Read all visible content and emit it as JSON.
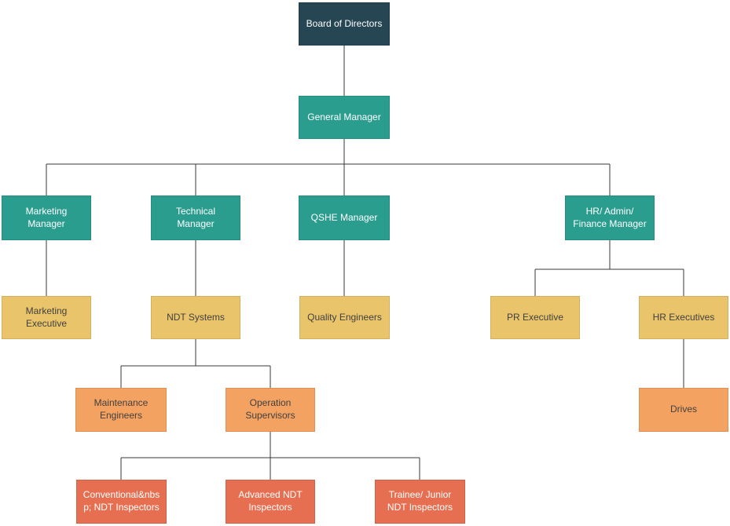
{
  "palette": {
    "dark_navy": "#264653",
    "teal": "#2a9d8f",
    "yellow": "#e9c46a",
    "orange": "#f4a261",
    "salmon": "#e76f51",
    "line": "#3a3a3a",
    "text_light": "#ffffff",
    "text_dark": "#404040",
    "background": "#ffffff"
  },
  "org_chart": {
    "type": "organization-chart",
    "nodes": {
      "board_of_directors": {
        "label": "Board of Directors",
        "color_role": "dark_navy",
        "reports_to": null
      },
      "general_manager": {
        "label": "General Manager",
        "color_role": "teal",
        "reports_to": "board_of_directors"
      },
      "marketing_manager": {
        "label": "Marketing\nManager",
        "color_role": "teal",
        "reports_to": "general_manager"
      },
      "technical_manager": {
        "label": "Technical\nManager",
        "color_role": "teal",
        "reports_to": "general_manager"
      },
      "qshe_manager": {
        "label": "QSHE Manager",
        "color_role": "teal",
        "reports_to": "general_manager"
      },
      "hr_admin_finance_manager": {
        "label": "HR/ Admin/\nFinance Manager",
        "color_role": "teal",
        "reports_to": "general_manager"
      },
      "marketing_executive": {
        "label": "Marketing\nExecutive",
        "color_role": "yellow",
        "reports_to": "marketing_manager"
      },
      "ndt_systems": {
        "label": "NDT Systems",
        "color_role": "yellow",
        "reports_to": "technical_manager"
      },
      "quality_engineers": {
        "label": "Quality Engineers",
        "color_role": "yellow",
        "reports_to": "qshe_manager"
      },
      "pr_executive": {
        "label": "PR Executive",
        "color_role": "yellow",
        "reports_to": "hr_admin_finance_manager"
      },
      "hr_executives": {
        "label": "HR Executives",
        "color_role": "yellow",
        "reports_to": "hr_admin_finance_manager"
      },
      "maintenance_engineers": {
        "label": "Maintenance\nEngineers",
        "color_role": "orange",
        "reports_to": "ndt_systems"
      },
      "operation_supervisors": {
        "label": "Operation\nSupervisors",
        "color_role": "orange",
        "reports_to": "ndt_systems"
      },
      "drives": {
        "label": "Drives",
        "color_role": "orange",
        "reports_to": "hr_executives"
      },
      "conventional_ndt_inspectors": {
        "label": "Conventional&nbs\np; NDT Inspectors",
        "color_role": "salmon",
        "reports_to": "operation_supervisors"
      },
      "advanced_ndt_inspectors": {
        "label": "Advanced NDT\nInspectors",
        "color_role": "salmon",
        "reports_to": "operation_supervisors"
      },
      "trainee_junior_ndt_inspectors": {
        "label": "Trainee/ Junior\nNDT Inspectors",
        "color_role": "salmon",
        "reports_to": "operation_supervisors"
      }
    },
    "edges": [
      {
        "from": "board_of_directors",
        "to": "general_manager"
      },
      {
        "from": "general_manager",
        "to": "marketing_manager"
      },
      {
        "from": "general_manager",
        "to": "technical_manager"
      },
      {
        "from": "general_manager",
        "to": "qshe_manager"
      },
      {
        "from": "general_manager",
        "to": "hr_admin_finance_manager"
      },
      {
        "from": "marketing_manager",
        "to": "marketing_executive"
      },
      {
        "from": "technical_manager",
        "to": "ndt_systems"
      },
      {
        "from": "qshe_manager",
        "to": "quality_engineers"
      },
      {
        "from": "hr_admin_finance_manager",
        "to": "pr_executive"
      },
      {
        "from": "hr_admin_finance_manager",
        "to": "hr_executives"
      },
      {
        "from": "ndt_systems",
        "to": "maintenance_engineers"
      },
      {
        "from": "ndt_systems",
        "to": "operation_supervisors"
      },
      {
        "from": "hr_executives",
        "to": "drives"
      },
      {
        "from": "operation_supervisors",
        "to": "conventional_ndt_inspectors"
      },
      {
        "from": "operation_supervisors",
        "to": "advanced_ndt_inspectors"
      },
      {
        "from": "operation_supervisors",
        "to": "trainee_junior_ndt_inspectors"
      }
    ]
  }
}
